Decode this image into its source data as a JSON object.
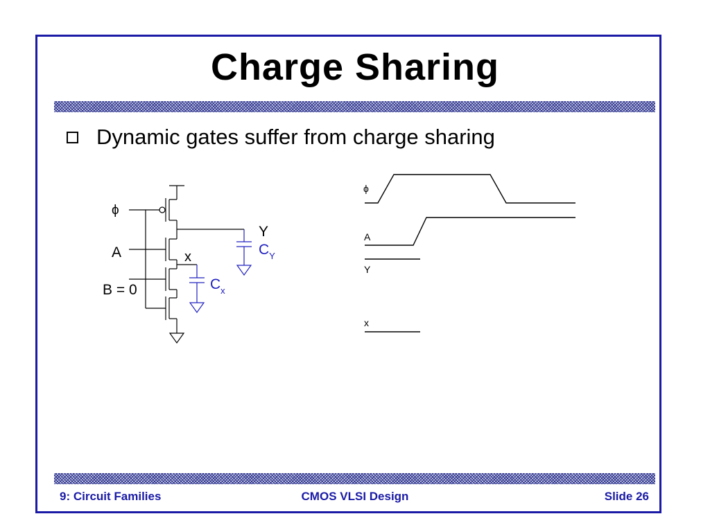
{
  "slide": {
    "title": "Charge Sharing",
    "bullet": "Dynamic gates suffer from charge sharing"
  },
  "circuit": {
    "labels": {
      "phi": "ϕ",
      "a": "A",
      "b": "B = 0",
      "x": "x",
      "y": "Y",
      "cy_main": "C",
      "cy_sub": "Y",
      "cx_main": "C",
      "cx_sub": "x"
    }
  },
  "waveform": {
    "labels": {
      "phi": "ϕ",
      "a": "A",
      "y": "Y",
      "x": "x"
    }
  },
  "footer": {
    "left": "9: Circuit Families",
    "center": "CMOS VLSI Design",
    "right": "Slide 26"
  },
  "colors": {
    "frame": "#1a1aa6",
    "footer_text": "#1a1aa6",
    "capacitor": "#2020c0"
  }
}
